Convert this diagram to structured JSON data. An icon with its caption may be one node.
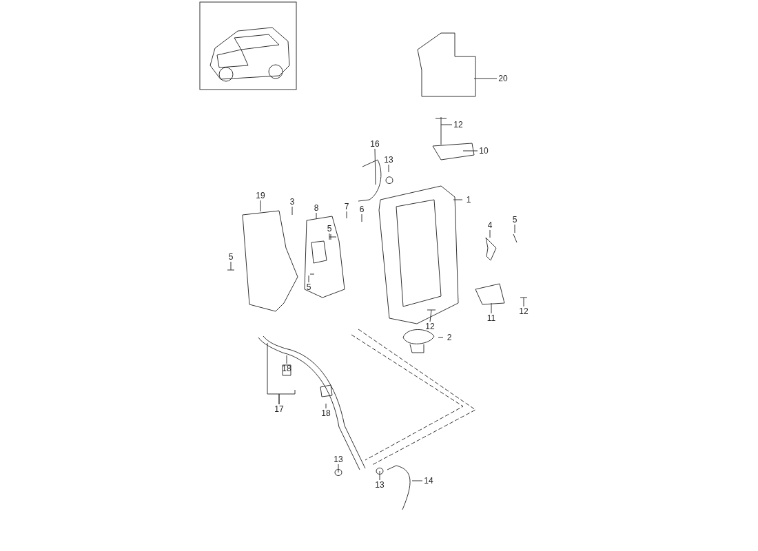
{
  "diagram": {
    "nodes": [
      {
        "text": [
          "20"
        ]
      },
      {
        "text": [
          "12"
        ]
      },
      {
        "text": [
          "16"
        ]
      },
      {
        "text": [
          "10"
        ]
      },
      {
        "text": [
          "13"
        ]
      },
      {
        "text": [
          "5"
        ]
      },
      {
        "text": [
          "8"
        ]
      },
      {
        "text": [
          "1"
        ]
      },
      {
        "text": [
          "19"
        ]
      },
      {
        "text": [
          "3"
        ]
      },
      {
        "text": [
          "7"
        ]
      },
      {
        "text": [
          "6"
        ]
      },
      {
        "text": [
          "4"
        ]
      },
      {
        "text": [
          "5"
        ]
      },
      {
        "text": [
          "5"
        ]
      },
      {
        "text": [
          "5"
        ]
      },
      {
        "text": [
          "12"
        ]
      },
      {
        "text": [
          "11"
        ]
      },
      {
        "text": [
          "12"
        ]
      },
      {
        "text": [
          "2"
        ]
      },
      {
        "text": [
          "18"
        ]
      },
      {
        "text": [
          "17"
        ]
      },
      {
        "text": [
          "18"
        ]
      },
      {
        "text": [
          "13"
        ]
      },
      {
        "text": [
          "13"
        ]
      },
      {
        "text": [
          "14"
        ]
      }
    ],
    "edges": [
      {
        "from": 0,
        "to": null,
        "arrow": "none"
      },
      {
        "from": 1,
        "to": null,
        "arrow": "none"
      },
      {
        "from": 2,
        "to": null,
        "arrow": "none"
      },
      {
        "from": 3,
        "to": null,
        "arrow": "none"
      },
      {
        "from": 4,
        "to": null,
        "arrow": "none"
      },
      {
        "from": 5,
        "to": null,
        "arrow": "none"
      },
      {
        "from": 6,
        "to": null,
        "arrow": "none"
      },
      {
        "from": 7,
        "to": null,
        "arrow": "none"
      },
      {
        "from": 8,
        "to": null,
        "arrow": "none"
      },
      {
        "from": 9,
        "to": null,
        "arrow": "none"
      },
      {
        "from": 10,
        "to": null,
        "arrow": "none"
      },
      {
        "from": 11,
        "to": null,
        "arrow": "none"
      },
      {
        "from": 12,
        "to": null,
        "arrow": "none"
      },
      {
        "from": 13,
        "to": null,
        "arrow": "none"
      },
      {
        "from": 14,
        "to": null,
        "arrow": "none"
      },
      {
        "from": 15,
        "to": null,
        "arrow": "none"
      },
      {
        "from": 16,
        "to": null,
        "arrow": "none"
      },
      {
        "from": 17,
        "to": null,
        "arrow": "none"
      },
      {
        "from": 18,
        "to": null,
        "arrow": "none"
      },
      {
        "from": 19,
        "to": null,
        "arrow": "none"
      },
      {
        "from": 20,
        "to": null,
        "arrow": "none"
      },
      {
        "from": 21,
        "to": null,
        "arrow": "none"
      },
      {
        "from": 21,
        "to": null,
        "arrow": "none"
      },
      {
        "from": 22,
        "to": null,
        "arrow": "none"
      },
      {
        "from": 23,
        "to": null,
        "arrow": "none"
      },
      {
        "from": 24,
        "to": null,
        "arrow": "none"
      },
      {
        "from": 25,
        "to": null,
        "arrow": "none"
      }
    ]
  }
}
